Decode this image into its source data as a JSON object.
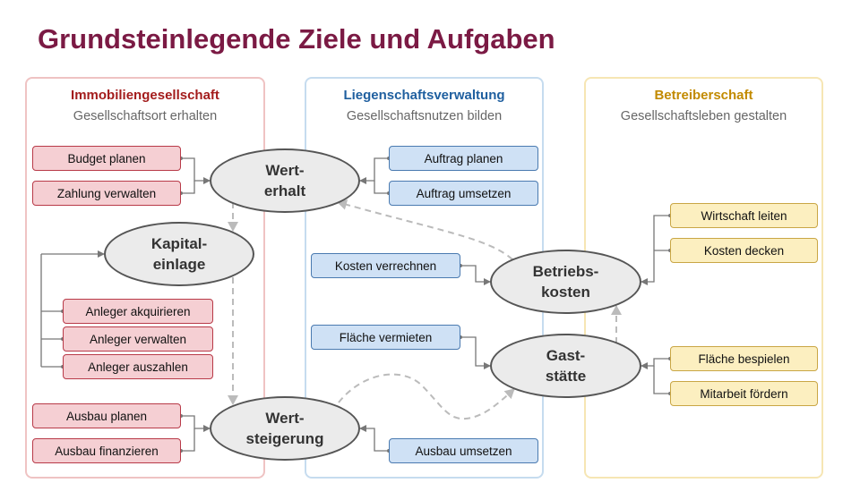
{
  "title": "Grundsteinlegende Ziele und Aufgaben",
  "lanes": {
    "immobilien": {
      "title": "Immobiliengesellschaft",
      "subtitle": "Gesellschaftsort erhalten",
      "color": "#a31c1c"
    },
    "liegenschaft": {
      "title": "Liegenschaftsverwaltung",
      "subtitle": "Gesellschaftsnutzen bilden",
      "color": "#1f5f9f"
    },
    "betreiber": {
      "title": "Betreiberschaft",
      "subtitle": "Gesellschaftsleben gestalten",
      "color": "#c28a00"
    }
  },
  "goals": {
    "werterhalt": {
      "line1": "Wert-",
      "line2": "erhalt"
    },
    "kapitaleinlage": {
      "line1": "Kapital-",
      "line2": "einlage"
    },
    "wertsteigerung": {
      "line1": "Wert-",
      "line2": "steigerung"
    },
    "betriebskosten": {
      "line1": "Betriebs-",
      "line2": "kosten"
    },
    "gaststaette": {
      "line1": "Gast-",
      "line2": "stätte"
    }
  },
  "tasks": {
    "budget_planen": "Budget planen",
    "zahlung_verwalten": "Zahlung verwalten",
    "anleger_akquirieren": "Anleger akquirieren",
    "anleger_verwalten": "Anleger verwalten",
    "anleger_auszahlen": "Anleger auszahlen",
    "ausbau_planen": "Ausbau planen",
    "ausbau_finanzieren": "Ausbau finanzieren",
    "auftrag_planen": "Auftrag planen",
    "auftrag_umsetzen": "Auftrag umsetzen",
    "kosten_verrechnen": "Kosten verrechnen",
    "flaeche_vermieten": "Fläche vermieten",
    "ausbau_umsetzen": "Ausbau umsetzen",
    "wirtschaft_leiten": "Wirtschaft leiten",
    "kosten_decken": "Kosten decken",
    "flaeche_bespielen": "Fläche bespielen",
    "mitarbeit_foerdern": "Mitarbeit fördern"
  },
  "colors": {
    "title": "#7b1a44",
    "task_red_fill": "#f5cfd3",
    "task_blue_fill": "#cfe1f5",
    "task_yellow_fill": "#fcefc0",
    "goal_fill": "#ebebeb",
    "dashed_arrow": "#bbbbbb"
  }
}
